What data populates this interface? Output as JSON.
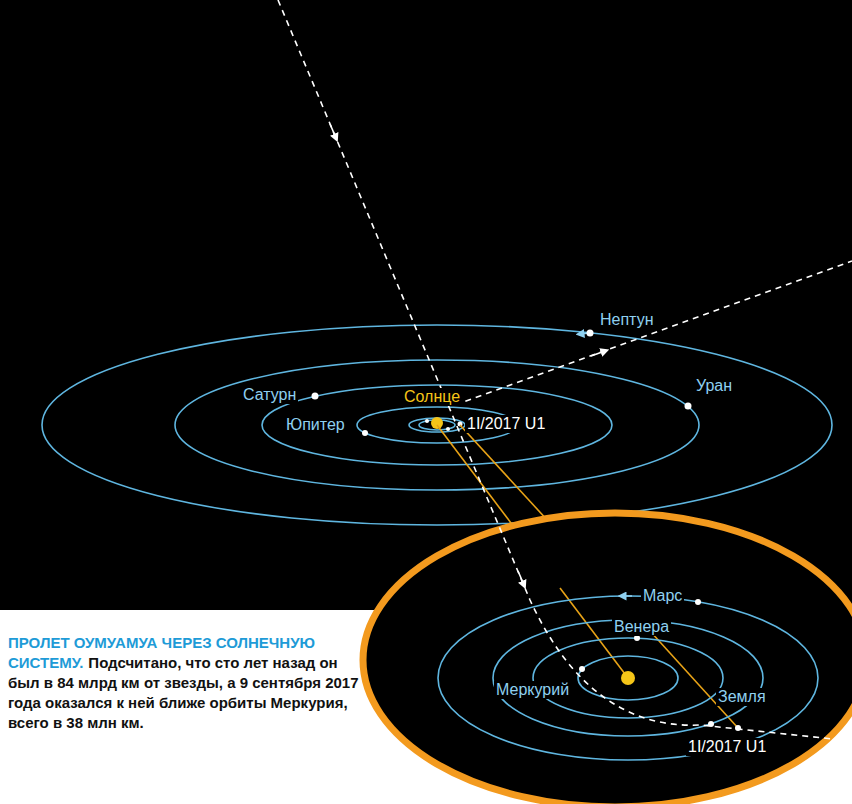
{
  "diagram": {
    "title": "ПРОЛЕТ ОУМУАМУА ЧЕРЕЗ СОЛНЕЧНУЮ СИСТЕМУ.",
    "caption": "Подсчитано, что сто лет назад он был в 84 млрд км от звезды, а 9 сентября 2017 года оказался к ней ближе орбиты Меркурия, всего в 38 млн км.",
    "labels": [
      "Нептун",
      "Сатурн",
      "Уран",
      "Солнце",
      "Юпитер",
      "1I/2017 U1",
      "Марс",
      "Венера",
      "Меркурий",
      "Земля",
      "1I/2017 U1"
    ]
  }
}
